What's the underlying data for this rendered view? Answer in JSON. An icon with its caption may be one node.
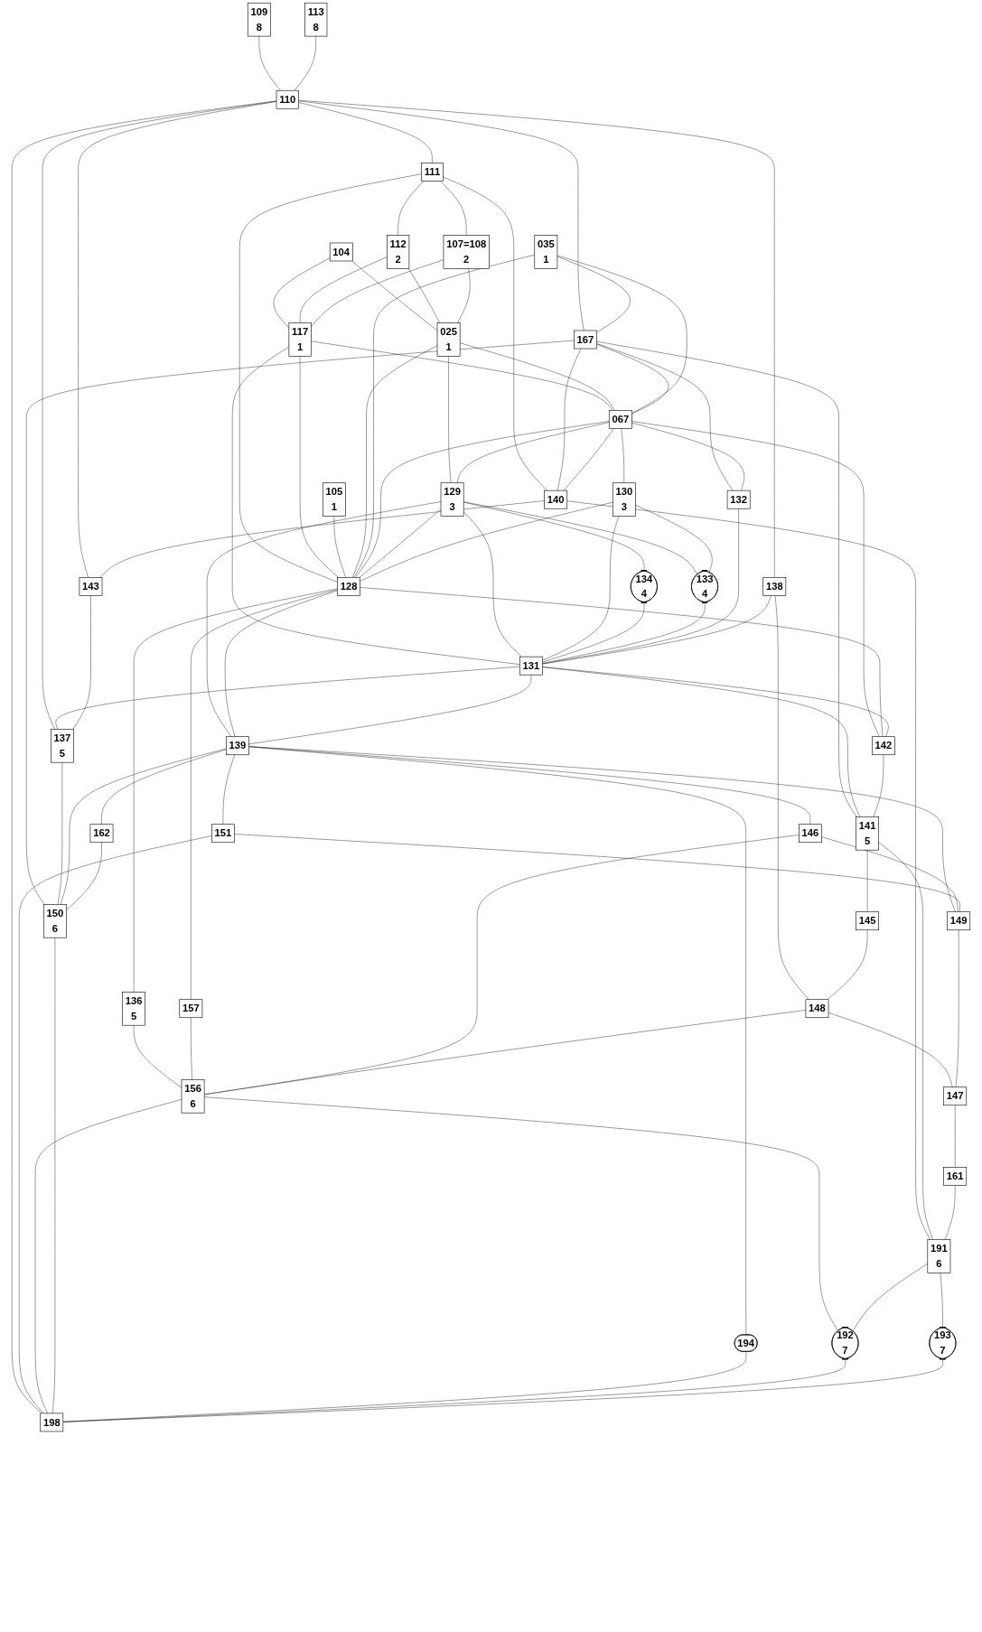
{
  "diagram": {
    "nodes": [
      {
        "text": [
          "109",
          "8"
        ]
      },
      {
        "text": [
          "113",
          "8"
        ]
      },
      {
        "text": [
          "110"
        ]
      },
      {
        "text": [
          "104"
        ]
      },
      {
        "text": [
          "111"
        ]
      },
      {
        "text": [
          "112",
          "2"
        ]
      },
      {
        "text": [
          "107=108",
          "2"
        ]
      },
      {
        "text": [
          "117",
          "1"
        ]
      },
      {
        "text": [
          "105",
          "1"
        ]
      },
      {
        "text": [
          "025",
          "1"
        ]
      },
      {
        "text": [
          "035",
          "1"
        ]
      },
      {
        "text": [
          "167"
        ]
      },
      {
        "text": [
          "067"
        ]
      },
      {
        "text": [
          "129",
          "3"
        ]
      },
      {
        "text": [
          "130",
          "3"
        ]
      },
      {
        "text": [
          "134",
          "4"
        ]
      },
      {
        "text": [
          "133",
          "4"
        ]
      },
      {
        "text": [
          "128"
        ]
      },
      {
        "text": [
          "132"
        ]
      },
      {
        "text": [
          "138"
        ]
      },
      {
        "text": [
          "131"
        ]
      },
      {
        "text": [
          "140"
        ]
      },
      {
        "text": [
          "142"
        ]
      },
      {
        "text": [
          "143"
        ]
      },
      {
        "text": [
          "136",
          "5"
        ]
      },
      {
        "text": [
          "141",
          "5"
        ]
      },
      {
        "text": [
          "137",
          "5"
        ]
      },
      {
        "text": [
          "139"
        ]
      },
      {
        "text": [
          "157"
        ]
      },
      {
        "text": [
          "162"
        ]
      },
      {
        "text": [
          "146"
        ]
      },
      {
        "text": [
          "145"
        ]
      },
      {
        "text": [
          "151"
        ]
      },
      {
        "text": [
          "148"
        ]
      },
      {
        "text": [
          "149"
        ]
      },
      {
        "text": [
          "147"
        ]
      },
      {
        "text": [
          "161"
        ]
      },
      {
        "text": [
          "156",
          "6"
        ]
      },
      {
        "text": [
          "191",
          "6"
        ]
      },
      {
        "text": [
          "150",
          "6"
        ]
      },
      {
        "text": [
          "194"
        ]
      },
      {
        "text": [
          "192",
          "7"
        ]
      },
      {
        "text": [
          "193",
          "7"
        ]
      },
      {
        "text": [
          "198"
        ]
      }
    ],
    "edges": [
      {
        "from": 0,
        "to": 2,
        "arrow": "none"
      },
      {
        "from": 1,
        "to": 2,
        "arrow": "none"
      },
      {
        "from": 2,
        "to": 4,
        "arrow": "none"
      },
      {
        "from": 2,
        "to": 43,
        "arrow": "none"
      },
      {
        "from": 2,
        "to": 11,
        "arrow": "none"
      },
      {
        "from": 2,
        "to": 19,
        "arrow": "none"
      },
      {
        "from": 2,
        "to": 23,
        "arrow": "none"
      },
      {
        "from": 2,
        "to": 26,
        "arrow": "none"
      },
      {
        "from": 4,
        "to": 5,
        "arrow": "none"
      },
      {
        "from": 4,
        "to": 6,
        "arrow": "none"
      },
      {
        "from": 4,
        "to": 17,
        "arrow": "none"
      },
      {
        "from": 4,
        "to": 21,
        "arrow": "none"
      },
      {
        "from": 3,
        "to": 7,
        "arrow": "none"
      },
      {
        "from": 3,
        "to": 9,
        "arrow": "none"
      },
      {
        "from": 5,
        "to": 7,
        "arrow": "none"
      },
      {
        "from": 5,
        "to": 9,
        "arrow": "none"
      },
      {
        "from": 6,
        "to": 9,
        "arrow": "none"
      },
      {
        "from": 6,
        "to": 7,
        "arrow": "none"
      },
      {
        "from": 7,
        "to": 12,
        "arrow": "none"
      },
      {
        "from": 7,
        "to": 17,
        "arrow": "none"
      },
      {
        "from": 7,
        "to": 20,
        "arrow": "none"
      },
      {
        "from": 8,
        "to": 17,
        "arrow": "none"
      },
      {
        "from": 9,
        "to": 12,
        "arrow": "none"
      },
      {
        "from": 9,
        "to": 13,
        "arrow": "none"
      },
      {
        "from": 9,
        "to": 17,
        "arrow": "none"
      },
      {
        "from": 10,
        "to": 11,
        "arrow": "none"
      },
      {
        "from": 10,
        "to": 17,
        "arrow": "none"
      },
      {
        "from": 10,
        "to": 12,
        "arrow": "none"
      },
      {
        "from": 11,
        "to": 18,
        "arrow": "none"
      },
      {
        "from": 11,
        "to": 12,
        "arrow": "none"
      },
      {
        "from": 11,
        "to": 21,
        "arrow": "none"
      },
      {
        "from": 11,
        "to": 25,
        "arrow": "none"
      },
      {
        "from": 11,
        "to": 39,
        "arrow": "none"
      },
      {
        "from": 12,
        "to": 13,
        "arrow": "none"
      },
      {
        "from": 12,
        "to": 14,
        "arrow": "none"
      },
      {
        "from": 12,
        "to": 17,
        "arrow": "none"
      },
      {
        "from": 12,
        "to": 18,
        "arrow": "none"
      },
      {
        "from": 12,
        "to": 21,
        "arrow": "none"
      },
      {
        "from": 12,
        "to": 22,
        "arrow": "none"
      },
      {
        "from": 13,
        "to": 15,
        "arrow": "none"
      },
      {
        "from": 13,
        "to": 16,
        "arrow": "none"
      },
      {
        "from": 13,
        "to": 17,
        "arrow": "none"
      },
      {
        "from": 13,
        "to": 27,
        "arrow": "none"
      },
      {
        "from": 13,
        "to": 20,
        "arrow": "none"
      },
      {
        "from": 14,
        "to": 16,
        "arrow": "none"
      },
      {
        "from": 14,
        "to": 17,
        "arrow": "none"
      },
      {
        "from": 14,
        "to": 20,
        "arrow": "none"
      },
      {
        "from": 15,
        "to": 20,
        "arrow": "none"
      },
      {
        "from": 16,
        "to": 20,
        "arrow": "none"
      },
      {
        "from": 17,
        "to": 24,
        "arrow": "none"
      },
      {
        "from": 17,
        "to": 22,
        "arrow": "none"
      },
      {
        "from": 17,
        "to": 28,
        "arrow": "none"
      },
      {
        "from": 17,
        "to": 27,
        "arrow": "none"
      },
      {
        "from": 18,
        "to": 20,
        "arrow": "none"
      },
      {
        "from": 19,
        "to": 20,
        "arrow": "none"
      },
      {
        "from": 19,
        "to": 33,
        "arrow": "none"
      },
      {
        "from": 20,
        "to": 22,
        "arrow": "none"
      },
      {
        "from": 20,
        "to": 27,
        "arrow": "none"
      },
      {
        "from": 20,
        "to": 25,
        "arrow": "none"
      },
      {
        "from": 20,
        "to": 26,
        "arrow": "none"
      },
      {
        "from": 21,
        "to": 23,
        "arrow": "none"
      },
      {
        "from": 21,
        "to": 38,
        "arrow": "none"
      },
      {
        "from": 22,
        "to": 25,
        "arrow": "none"
      },
      {
        "from": 23,
        "to": 26,
        "arrow": "none"
      },
      {
        "from": 24,
        "to": 37,
        "arrow": "none"
      },
      {
        "from": 25,
        "to": 38,
        "arrow": "none"
      },
      {
        "from": 25,
        "to": 31,
        "arrow": "none"
      },
      {
        "from": 26,
        "to": 39,
        "arrow": "none"
      },
      {
        "from": 27,
        "to": 29,
        "arrow": "none"
      },
      {
        "from": 27,
        "to": 30,
        "arrow": "none"
      },
      {
        "from": 27,
        "to": 32,
        "arrow": "none"
      },
      {
        "from": 27,
        "to": 34,
        "arrow": "none"
      },
      {
        "from": 27,
        "to": 40,
        "arrow": "none"
      },
      {
        "from": 27,
        "to": 39,
        "arrow": "none"
      },
      {
        "from": 28,
        "to": 37,
        "arrow": "none"
      },
      {
        "from": 29,
        "to": 39,
        "arrow": "none"
      },
      {
        "from": 30,
        "to": 37,
        "arrow": "none"
      },
      {
        "from": 30,
        "to": 34,
        "arrow": "none"
      },
      {
        "from": 31,
        "to": 33,
        "arrow": "none"
      },
      {
        "from": 32,
        "to": 34,
        "arrow": "none"
      },
      {
        "from": 32,
        "to": 43,
        "arrow": "none"
      },
      {
        "from": 33,
        "to": 35,
        "arrow": "none"
      },
      {
        "from": 33,
        "to": 37,
        "arrow": "none"
      },
      {
        "from": 34,
        "to": 35,
        "arrow": "none"
      },
      {
        "from": 35,
        "to": 36,
        "arrow": "none"
      },
      {
        "from": 36,
        "to": 38,
        "arrow": "none"
      },
      {
        "from": 37,
        "to": 41,
        "arrow": "none"
      },
      {
        "from": 37,
        "to": 43,
        "arrow": "none"
      },
      {
        "from": 38,
        "to": 42,
        "arrow": "none"
      },
      {
        "from": 38,
        "to": 41,
        "arrow": "none"
      },
      {
        "from": 39,
        "to": 43,
        "arrow": "none"
      },
      {
        "from": 40,
        "to": 43,
        "arrow": "none"
      },
      {
        "from": 41,
        "to": 43,
        "arrow": "none"
      },
      {
        "from": 42,
        "to": 43,
        "arrow": "none"
      }
    ]
  }
}
